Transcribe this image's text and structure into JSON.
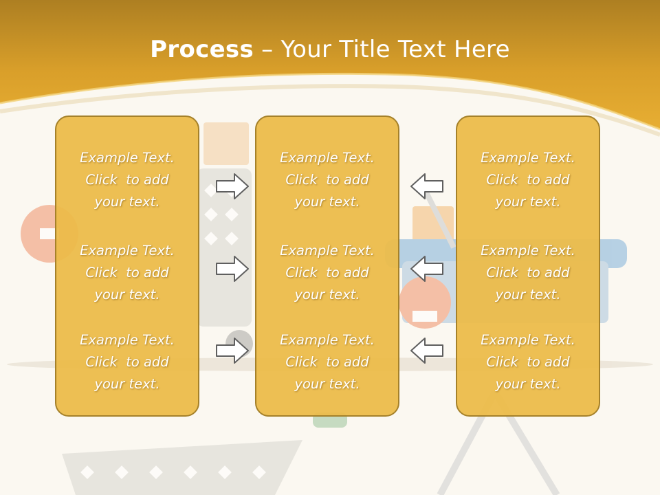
{
  "slide": {
    "title_bold": "Process",
    "title_rest": " – Your Title Text Here",
    "colors": {
      "header": "#dfa52a",
      "card_fill": "#ecbb48",
      "card_border": "#a5812a",
      "arrow_stroke": "#5f5f5f"
    }
  },
  "cards": [
    {
      "items": [
        {
          "line1": "Example Text.",
          "line2": "Click  to add",
          "line3": "your text."
        },
        {
          "line1": "Example Text.",
          "line2": "Click  to add",
          "line3": "your text."
        },
        {
          "line1": "Example Text.",
          "line2": "Click  to add",
          "line3": "your text."
        }
      ]
    },
    {
      "items": [
        {
          "line1": "Example Text.",
          "line2": "Click  to add",
          "line3": "your text."
        },
        {
          "line1": "Example Text.",
          "line2": "Click  to add",
          "line3": "your text."
        },
        {
          "line1": "Example Text.",
          "line2": "Click  to add",
          "line3": "your text."
        }
      ]
    },
    {
      "items": [
        {
          "line1": "Example Text.",
          "line2": "Click  to add",
          "line3": "your text."
        },
        {
          "line1": "Example Text.",
          "line2": "Click  to add",
          "line3": "your text."
        },
        {
          "line1": "Example Text.",
          "line2": "Click  to add",
          "line3": "your text."
        }
      ]
    }
  ],
  "arrows": {
    "left_column_direction": "right",
    "right_column_direction": "left",
    "icon": "outlined-block-arrow"
  },
  "background": {
    "subject": "shopping-cart-and-basket-illustration"
  }
}
